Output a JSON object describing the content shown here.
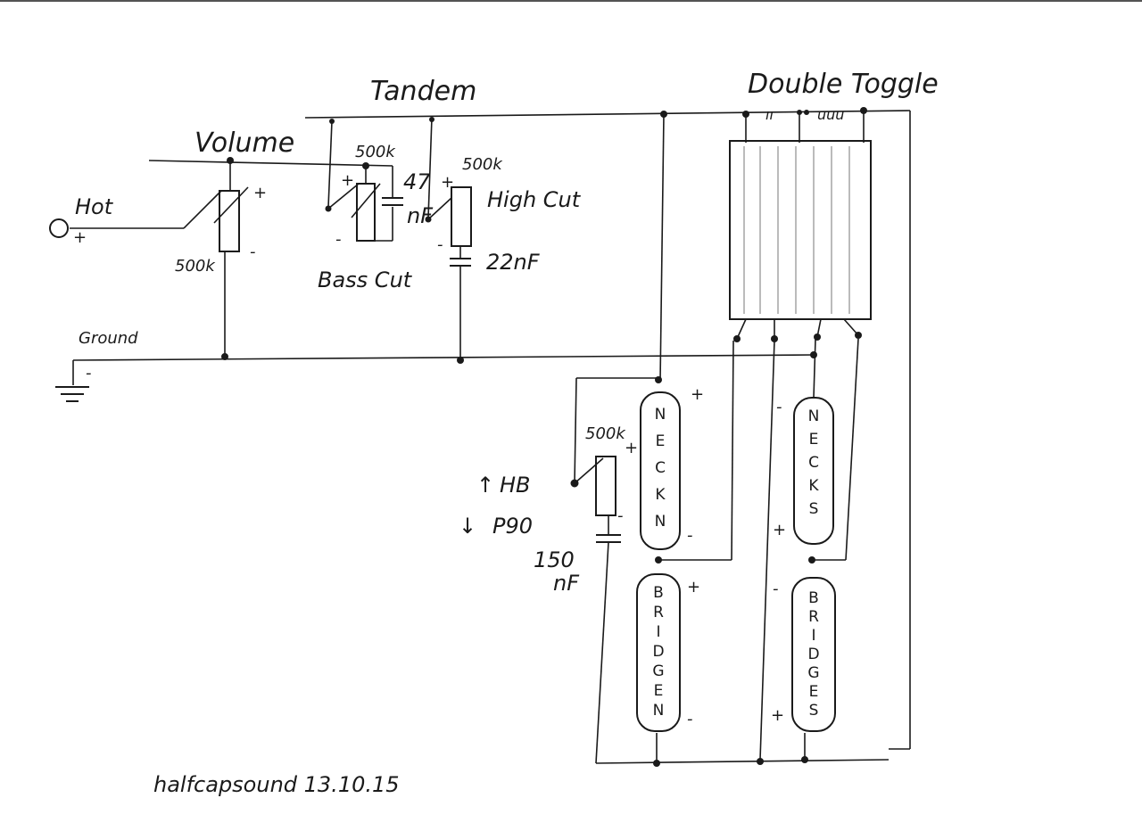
{
  "labels": {
    "tandem": "Tandem",
    "double_toggle": "Double Toggle",
    "volume": "Volume",
    "hot": "Hot",
    "ground": "Ground",
    "pot_volume_value": "500k",
    "pot_bass_value": "500k",
    "pot_high_value": "500k",
    "pot_hb_value": "500k",
    "bass_cut": "Bass Cut",
    "high_cut": "High Cut",
    "cap_bass_value": "47",
    "cap_bass_unit": "nF",
    "cap_high_value": "22nF",
    "cap_hb_value": "150",
    "cap_hb_unit": "nF",
    "hb_label": "HB",
    "p90_label": "P90",
    "signature": "halfcapsound 13.10.15",
    "toggle_mark_left": "ıı",
    "toggle_mark_right": "uuu"
  },
  "pickups": {
    "neck_n": [
      "N",
      "E",
      "C",
      "K",
      "N"
    ],
    "bridge_n": [
      "B",
      "R",
      "I",
      "D",
      "G",
      "E",
      "N"
    ],
    "neck_s": [
      "N",
      "E",
      "C",
      "K",
      "S"
    ],
    "bridge_s": [
      "B",
      "R",
      "I",
      "D",
      "G",
      "E",
      "S"
    ]
  },
  "polarity": {
    "plus": "+",
    "minus": "-"
  },
  "arrows": {
    "up": "↑",
    "down": "↓"
  },
  "colors": {
    "ink": "#1a1a1a",
    "paper": "#ffffff"
  }
}
